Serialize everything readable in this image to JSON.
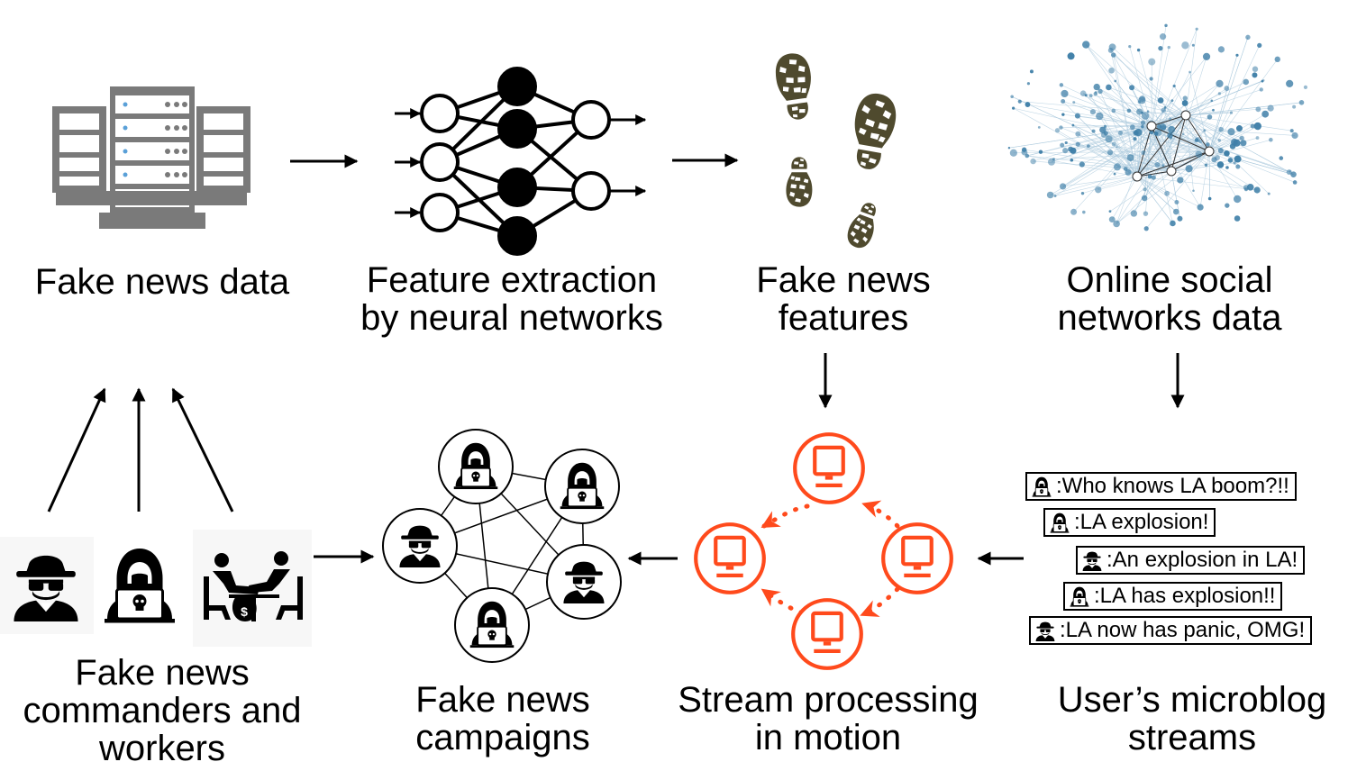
{
  "labels": {
    "fake_news_data": "Fake news data",
    "feature_extraction": [
      "Feature extraction",
      "by neural networks"
    ],
    "fake_news_features": [
      "Fake news",
      "features"
    ],
    "online_social": [
      "Online social",
      "networks data"
    ],
    "commanders": [
      "Fake news",
      "commanders and",
      "workers"
    ],
    "campaigns": [
      "Fake news",
      "campaigns"
    ],
    "stream_processing": [
      "Stream processing",
      "in motion"
    ],
    "microblog": [
      "User’s microblog",
      "streams"
    ]
  },
  "messages": [
    {
      "icon": "hacker-icon",
      "text": ":Who knows LA boom?!!"
    },
    {
      "icon": "hacker-icon",
      "text": ":LA explosion!"
    },
    {
      "icon": "spy-icon",
      "text": ":An explosion in LA!"
    },
    {
      "icon": "hacker-icon",
      "text": ":LA has explosion!!"
    },
    {
      "icon": "spy-icon",
      "text": ":LA now has panic, OMG!"
    }
  ],
  "colors": {
    "server": "#7a7a7a",
    "server_light": "#5aa0d8",
    "stream": "#ff4a1c",
    "footprint": "#4f4a2e",
    "network_node": "#3f7fa8",
    "network_edge": "#a9c8dc"
  }
}
